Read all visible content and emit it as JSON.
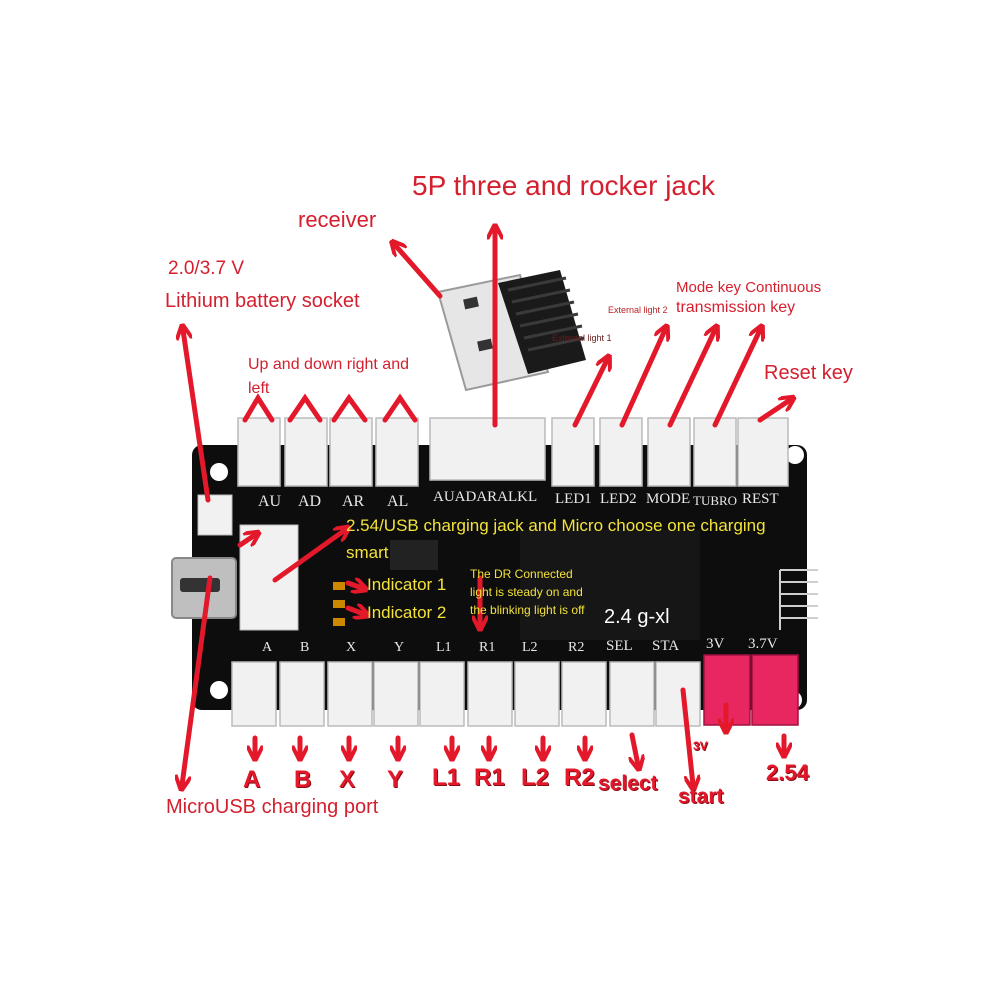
{
  "colors": {
    "accent_red": "#e3182a",
    "board": "#0d0d0d",
    "connector": "#f1f1f1",
    "callout_yellow": "#f2e23a",
    "power_connector": "#e8265f"
  },
  "callouts": {
    "five_pin": "5P three and rocker jack",
    "receiver": "receiver",
    "voltage": "2.0/3.7 V",
    "lithium": "Lithium battery socket",
    "updown_1": "Up and down right and",
    "updown_2": "left",
    "mode_1": "Mode key Continuous",
    "mode_2": "transmission key",
    "ext2": "External light 2",
    "ext1": "External light 1",
    "reset": "Reset key",
    "microusb": "MicroUSB charging port"
  },
  "board_notes": {
    "charging_1": "2.54/USB charging jack and Micro choose one charging",
    "charging_2": "smart",
    "indicator1": "Indicator 1",
    "indicator2": "Indicator 2",
    "dr_1": "The DR Connected",
    "dr_2": "light is steady on and",
    "dr_3": "the blinking light is off",
    "wireless": "2.4 g-xl"
  },
  "top_connectors": [
    "AU",
    "AD",
    "AR",
    "AL",
    "AUADARALKL",
    "LED1",
    "LED2",
    "MODE",
    "TUBRO",
    "REST"
  ],
  "bottom_connectors": [
    "A",
    "B",
    "X",
    "Y",
    "L1",
    "R1",
    "L2",
    "R2",
    "SEL",
    "STA",
    "3V",
    "3.7V"
  ],
  "bottom_labels": [
    "A",
    "B",
    "X",
    "Y",
    "L1",
    "R1",
    "L2",
    "R2",
    "select",
    "start",
    "2.54"
  ],
  "small_labels": {
    "v3": "3V"
  }
}
